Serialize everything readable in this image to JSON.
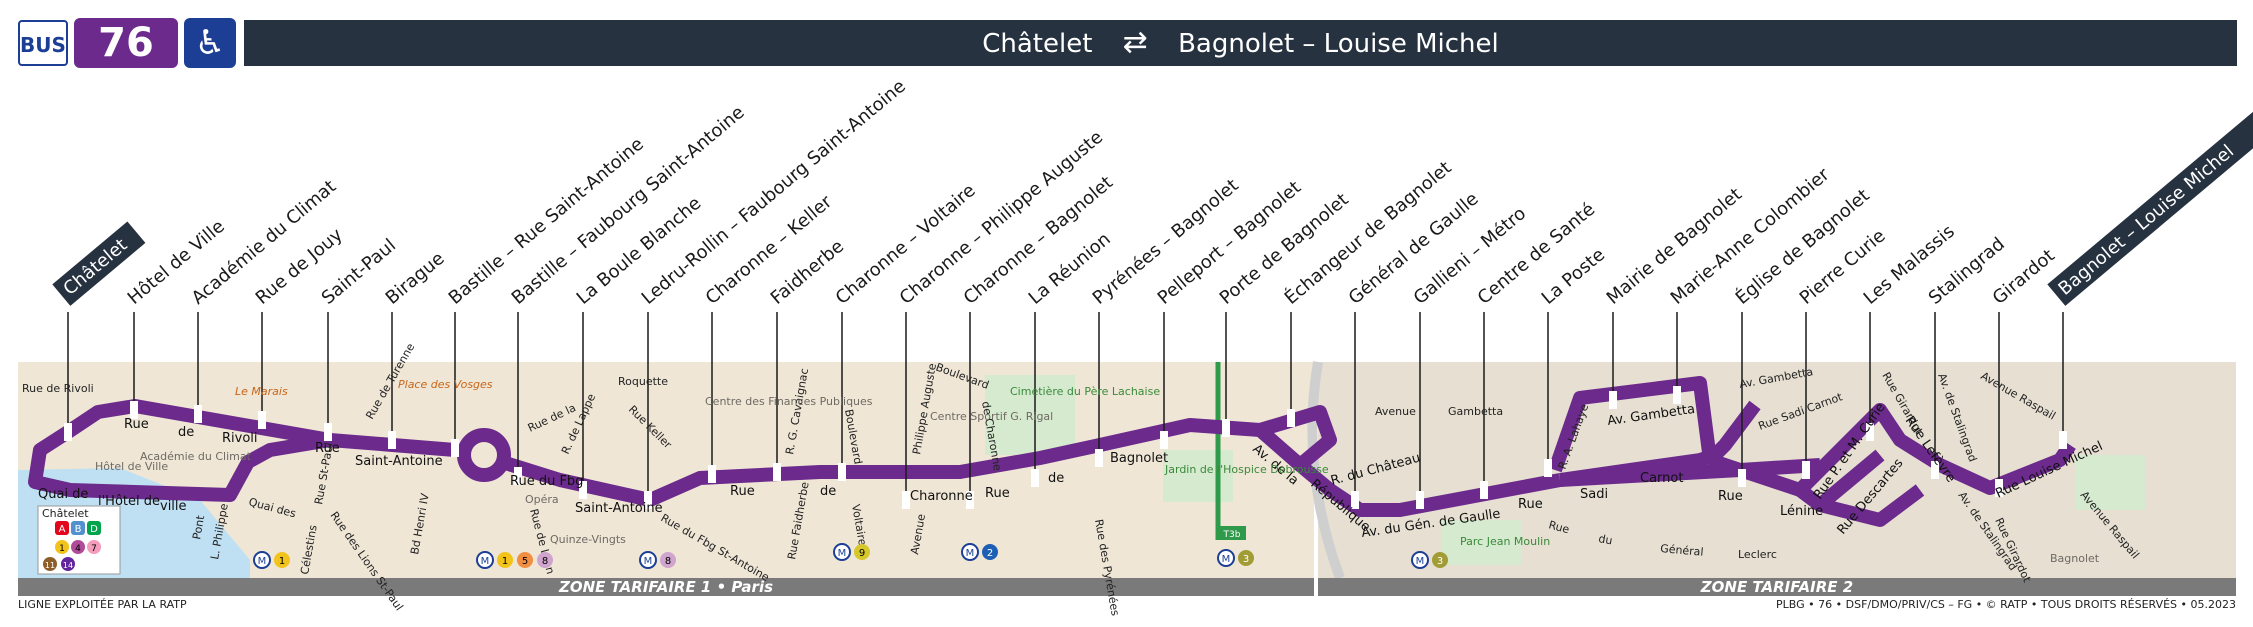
{
  "header": {
    "bus_label": "BUS",
    "line_number": "76",
    "accessibility_icon": "wheelchair-icon",
    "origin": "Châtelet",
    "destination": "Bagnolet – Louise Michel",
    "direction_icon": "bidirectional-arrow-icon"
  },
  "stops": [
    {
      "name": "Châtelet",
      "terminus": true
    },
    {
      "name": "Hôtel de Ville"
    },
    {
      "name": "Académie du Climat"
    },
    {
      "name": "Rue de Jouy"
    },
    {
      "name": "Saint-Paul"
    },
    {
      "name": "Birague"
    },
    {
      "name": "Bastille – Rue Saint-Antoine"
    },
    {
      "name": "Bastille – Faubourg Saint-Antoine"
    },
    {
      "name": "La Boule Blanche"
    },
    {
      "name": "Ledru-Rollin – Faubourg Saint-Antoine"
    },
    {
      "name": "Charonne – Keller"
    },
    {
      "name": "Faidherbe"
    },
    {
      "name": "Charonne – Voltaire"
    },
    {
      "name": "Charonne – Philippe Auguste"
    },
    {
      "name": "Charonne – Bagnolet"
    },
    {
      "name": "La Réunion"
    },
    {
      "name": "Pyrénées – Bagnolet"
    },
    {
      "name": "Pelleport – Bagnolet"
    },
    {
      "name": "Porte de Bagnolet"
    },
    {
      "name": "Échangeur de Bagnolet"
    },
    {
      "name": "Général de Gaulle"
    },
    {
      "name": "Gallieni – Métro"
    },
    {
      "name": "Centre de Santé"
    },
    {
      "name": "La Poste"
    },
    {
      "name": "Mairie de Bagnolet"
    },
    {
      "name": "Marie-Anne Colombier"
    },
    {
      "name": "Église de Bagnolet"
    },
    {
      "name": "Pierre Curie"
    },
    {
      "name": "Les Malassis"
    },
    {
      "name": "Stalingrad"
    },
    {
      "name": "Girardot"
    },
    {
      "name": "Bagnolet – Louise Michel",
      "terminus": true
    }
  ],
  "streets": {
    "rivoli_top": "Rue de Rivoli",
    "rue": "Rue",
    "de": "de",
    "rivoli": "Rivoli",
    "quai_de": "Quai de",
    "hotel_de": "l'Hôtel de",
    "ville": "ville",
    "pont": "Pont",
    "l_philippe": "L. Philippe",
    "quai_des": "Quai des",
    "celestins": "Célestins",
    "rue_st_paul": "Rue St-Paul",
    "rue_des_lions": "Rue des Lions St-Paul",
    "rue_turenne": "Rue de Turenne",
    "saint_antoine": "Saint-Antoine",
    "bd_henri_iv": "Bd Henri IV",
    "rue_de_la": "Rue de la",
    "r_de_lappe": "R. de Lappe",
    "roquette": "Roquette",
    "rue_du_fbg": "Rue du Fbg",
    "saint_antoine_2": "Saint-Antoine",
    "rue_de_lyon": "Rue de Lyon",
    "rue_keller": "Rue Keller",
    "rue_du_fbg_st_antoine": "Rue du Fbg St-Antoine",
    "r_g_cavaignac": "R. G. Cavaignac",
    "rue_faidherbe": "Rue Faidherbe",
    "rue_2": "Rue",
    "de_2": "de",
    "boulevard": "Boulevard",
    "voltaire": "Voltaire",
    "philippe_auguste": "Philippe Auguste",
    "avenue": "Avenue",
    "charonne": "Charonne",
    "boulevard_2": "Boulevard",
    "de_charonne": "de Charonne",
    "rue_3": "Rue",
    "de_3": "de",
    "bagnolet": "Bagnolet",
    "rue_des_pyrenees": "Rue des Pyrénées",
    "av_de_la": "Av. de la",
    "republique": "République",
    "r_du_chateau": "R. du Château",
    "av_du_gen_de_gaulle": "Av. du Gén. de Gaulle",
    "avenue_gambetta": "Avenue",
    "gambetta": "Gambetta",
    "rue_4": "Rue",
    "sadi": "Sadi",
    "carnot": "Carnot",
    "r_a_lahaye": "R. A. Lahaye",
    "av_gambetta": "Av. Gambetta",
    "rue_du": "Rue",
    "du": "du",
    "general": "Général",
    "leclerc": "Leclerc",
    "av_gambetta_2": "Av. Gambetta",
    "rue_sadi_carnot": "Rue Sadi Carnot",
    "rue_lenine": "Rue",
    "lenine": "Lénine",
    "rue_p_m_curie": "Rue P. et M. Curie",
    "rue_descartes": "Rue Descartes",
    "rue_girardot": "Rue Girardot",
    "rue_lefevre": "Rue Lefèvre",
    "av_stalingrad": "Av. de Stalingrad",
    "av_stalingrad_2": "Av. de Stalingrad",
    "avenue_raspail": "Avenue Raspail",
    "rue_louise_michel": "Rue Louise Michel",
    "rue_girardot_2": "Rue Girardot",
    "avenue_raspail_2": "Avenue Raspail"
  },
  "places": {
    "le_marais": "Le Marais",
    "place_des_vosges": "Place des Vosges",
    "hotel_de_ville": "Hôtel de Ville",
    "academie_du_climat": "Académie du Climat",
    "opera": "Opéra",
    "quinze_vingts": "Quinze-Vingts",
    "centre_finances": "Centre des Finances Publiques",
    "centre_sportif": "Centre Sportif G. Rigal",
    "cimetiere": "Cimetière du Père Lachaise",
    "jardin": "Jardin de l'Hospice Debrousse",
    "parc_jean_moulin": "Parc Jean Moulin",
    "bagnolet_town": "Bagnolet"
  },
  "connections": {
    "chatelet_box_label": "Châtelet",
    "chatelet_rer": [
      "A",
      "B",
      "D"
    ],
    "chatelet_metro": [
      "1",
      "4",
      "7"
    ],
    "chatelet_metro2": [
      "11",
      "14"
    ],
    "rue_de_jouy_metro": "1",
    "bastille_metro": [
      "1",
      "5",
      "8"
    ],
    "ledru_rollin_metro": "8",
    "charonne_voltaire_metro": "9",
    "charonne_bagnolet_metro": "2",
    "porte_bagnolet_metro": "3",
    "porte_bagnolet_tram": "T3b",
    "gallieni_metro": "3"
  },
  "zones": {
    "zone1": "ZONE TARIFAIRE 1 • Paris",
    "zone2": "ZONE TARIFAIRE 2"
  },
  "footer": {
    "left": "LIGNE EXPLOITÉE PAR LA RATP",
    "right": "PLBG • 76 • DSF/DMO/PRIV/CS – FG • © RATP • TOUS DROITS RÉSERVÉS • 05.2023"
  },
  "colors": {
    "line": "#6b2a8c",
    "header_bar": "#273240",
    "ratp_blue": "#1c3f95",
    "map_bg_zone1": "#efe6d6",
    "map_bg_zone2": "#e6dfd2",
    "zone_band": "#7a7a7a"
  }
}
